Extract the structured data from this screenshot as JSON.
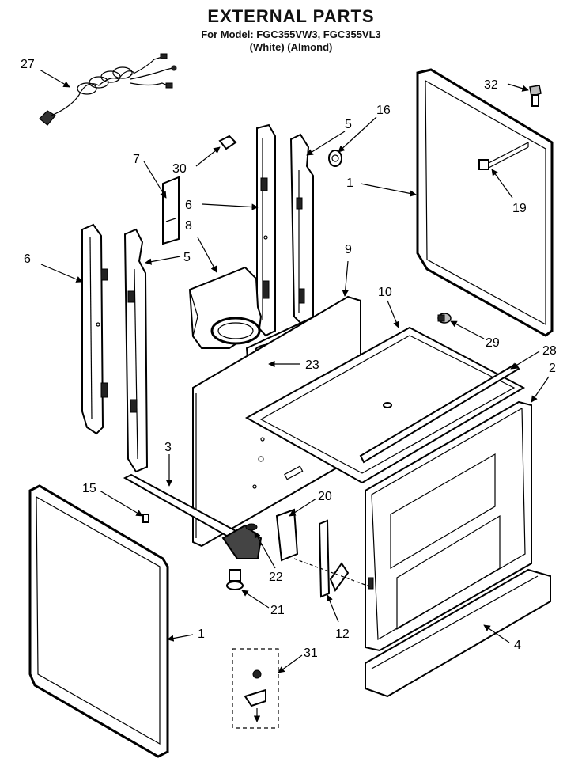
{
  "header": {
    "title": "EXTERNAL PARTS",
    "model_line": "For Model: FGC355VW3, FGC355VL3",
    "color_line": "(White)     (Almond)"
  },
  "callouts": [
    {
      "id": "c27",
      "label": "27"
    },
    {
      "id": "c32",
      "label": "32"
    },
    {
      "id": "c5a",
      "label": "5"
    },
    {
      "id": "c16",
      "label": "16"
    },
    {
      "id": "c7",
      "label": "7"
    },
    {
      "id": "c30",
      "label": "30"
    },
    {
      "id": "c6a",
      "label": "6"
    },
    {
      "id": "c1a",
      "label": "1"
    },
    {
      "id": "c19",
      "label": "19"
    },
    {
      "id": "c8",
      "label": "8"
    },
    {
      "id": "c6b",
      "label": "6"
    },
    {
      "id": "c5b",
      "label": "5"
    },
    {
      "id": "c9",
      "label": "9"
    },
    {
      "id": "c10",
      "label": "10"
    },
    {
      "id": "c29",
      "label": "29"
    },
    {
      "id": "c28",
      "label": "28"
    },
    {
      "id": "c23",
      "label": "23"
    },
    {
      "id": "c2",
      "label": "2"
    },
    {
      "id": "c3",
      "label": "3"
    },
    {
      "id": "c15",
      "label": "15"
    },
    {
      "id": "c20",
      "label": "20"
    },
    {
      "id": "c22",
      "label": "22"
    },
    {
      "id": "c21",
      "label": "21"
    },
    {
      "id": "c12",
      "label": "12"
    },
    {
      "id": "c1b",
      "label": "1"
    },
    {
      "id": "c4",
      "label": "4"
    },
    {
      "id": "c31",
      "label": "31"
    }
  ]
}
